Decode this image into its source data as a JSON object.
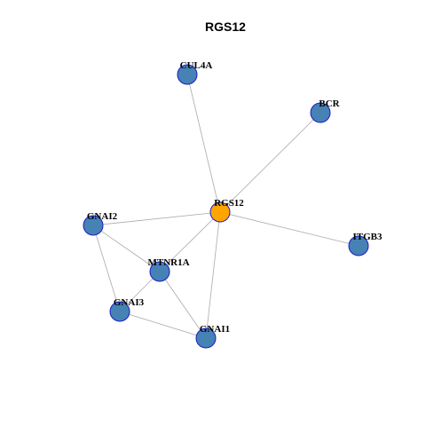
{
  "title": "RGS12",
  "colors": {
    "node_default": "#4682b4",
    "node_query": "#ffa500",
    "node_border": "#1c1cc8",
    "edge": "#a9a9a9"
  },
  "nodes": [
    {
      "id": "RGS12",
      "label": "RGS12",
      "role": "query"
    },
    {
      "id": "CUL4A",
      "label": "CUL4A",
      "role": "default"
    },
    {
      "id": "BCR",
      "label": "BCR",
      "role": "default"
    },
    {
      "id": "GNAI2",
      "label": "GNAI2",
      "role": "default"
    },
    {
      "id": "ITGB3",
      "label": "ITGB3",
      "role": "default"
    },
    {
      "id": "MTNR1A",
      "label": "MTNR1A",
      "role": "default"
    },
    {
      "id": "GNAI3",
      "label": "GNAI3",
      "role": "default"
    },
    {
      "id": "GNAI1",
      "label": "GNAI1",
      "role": "default"
    }
  ],
  "edges": [
    [
      "RGS12",
      "CUL4A"
    ],
    [
      "RGS12",
      "BCR"
    ],
    [
      "RGS12",
      "GNAI2"
    ],
    [
      "RGS12",
      "ITGB3"
    ],
    [
      "RGS12",
      "MTNR1A"
    ],
    [
      "RGS12",
      "GNAI1"
    ],
    [
      "GNAI2",
      "MTNR1A"
    ],
    [
      "GNAI2",
      "GNAI3"
    ],
    [
      "MTNR1A",
      "GNAI3"
    ],
    [
      "MTNR1A",
      "GNAI1"
    ],
    [
      "GNAI3",
      "GNAI1"
    ]
  ]
}
